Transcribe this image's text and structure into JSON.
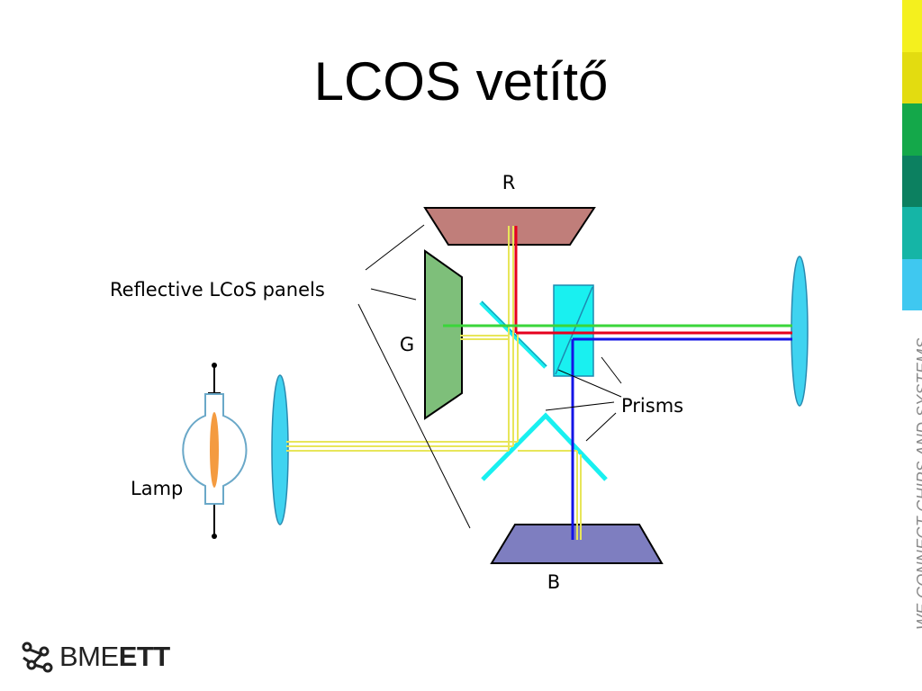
{
  "slide": {
    "title": "LCOS vetítő"
  },
  "side_strip": {
    "colors": [
      "#f4f01e",
      "#e3dc10",
      "#14a84a",
      "#0c8060",
      "#15b5a6",
      "#3fc8f0"
    ],
    "tagline": "WE CONNECT CHIPS AND SYSTEMS"
  },
  "diagram": {
    "labels": {
      "red_panel": "R",
      "green_panel": "G",
      "blue_panel": "B",
      "panels": "Reflective LCoS panels",
      "prisms": "Prisms",
      "lamp": "Lamp"
    },
    "colors": {
      "red_panel": "#c07e7a",
      "green_panel": "#7ebf7a",
      "blue_panel": "#7e7ec0",
      "lens": "#3fd3f0",
      "prism": "#19f0f0",
      "beam_red": "#e6001e",
      "beam_green": "#3ad63a",
      "beam_blue": "#1414e6",
      "beam_yellow": "#e8e65a",
      "lamp_glow": "#f28a1e",
      "lamp_bulb": "#6aa8c8"
    }
  },
  "logo": {
    "prefix": "BME",
    "suffix": "ETT"
  }
}
